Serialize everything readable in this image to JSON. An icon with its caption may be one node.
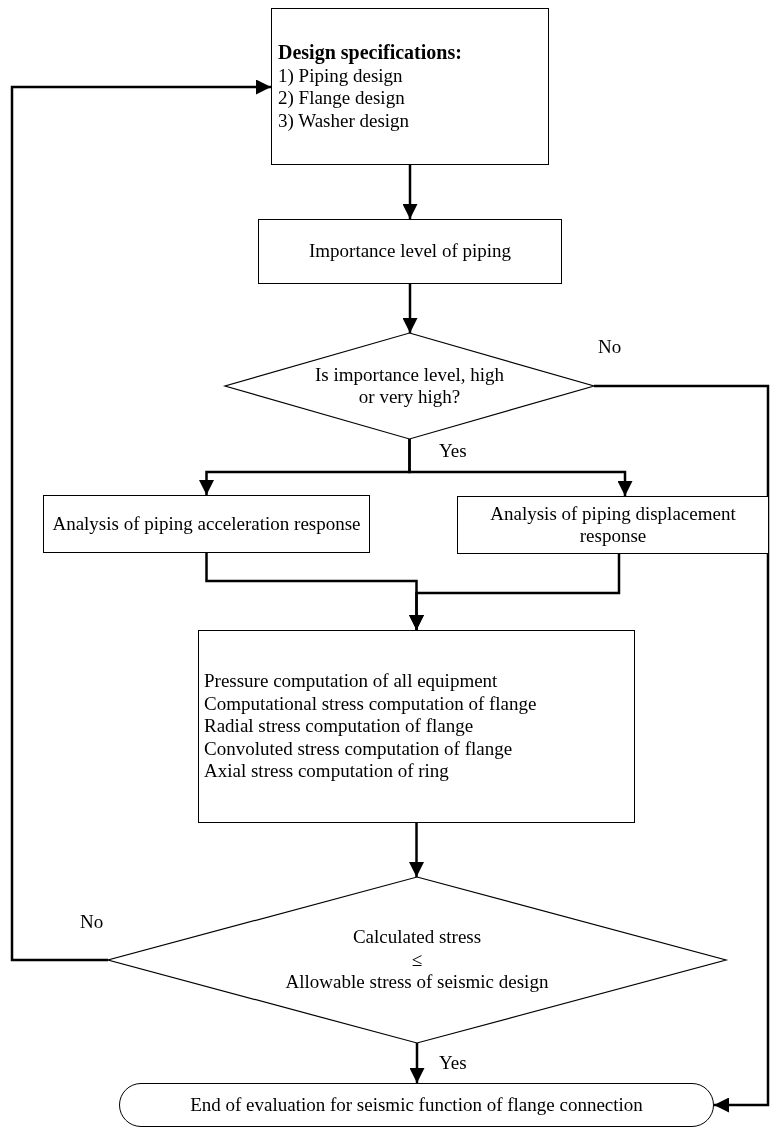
{
  "diagram": {
    "nodes": [
      {
        "text": [
          "Design specifications:",
          "1) Piping design",
          "2) Flange design",
          "3) Washer design"
        ]
      },
      {
        "text": [
          "Importance level of piping"
        ]
      },
      {
        "text": [
          "Is importance level, high or very high?"
        ]
      },
      {
        "text": [
          "Analysis of piping acceleration response"
        ]
      },
      {
        "text": [
          "Analysis of piping displacement response"
        ]
      },
      {
        "text": [
          "Pressure computation of all equipment",
          "Computational stress computation of flange",
          "Radial stress computation of flange",
          "Convoluted stress computation of flange",
          "Axial stress computation of ring"
        ]
      },
      {
        "text": [
          "Calculated stress",
          "≤",
          "Allowable stress of seismic design"
        ]
      },
      {
        "text": [
          "End of evaluation for seismic function of flange connection"
        ]
      }
    ],
    "edges": [
      {
        "from": 0,
        "to": 1,
        "arrow": "to"
      },
      {
        "from": 1,
        "to": 2,
        "arrow": "to"
      },
      {
        "from": 2,
        "to": 3,
        "arrow": "to",
        "label": "Yes"
      },
      {
        "from": 2,
        "to": 4,
        "arrow": "to"
      },
      {
        "from": 3,
        "to": 5,
        "arrow": "to"
      },
      {
        "from": 4,
        "to": 5,
        "arrow": "to"
      },
      {
        "from": 5,
        "to": 6,
        "arrow": "to"
      },
      {
        "from": 6,
        "to": 0,
        "arrow": "to",
        "label": "No"
      },
      {
        "from": 6,
        "to": 7,
        "arrow": "to",
        "label": "Yes"
      },
      {
        "from": 2,
        "to": 7,
        "arrow": "to",
        "label": "No"
      }
    ]
  }
}
